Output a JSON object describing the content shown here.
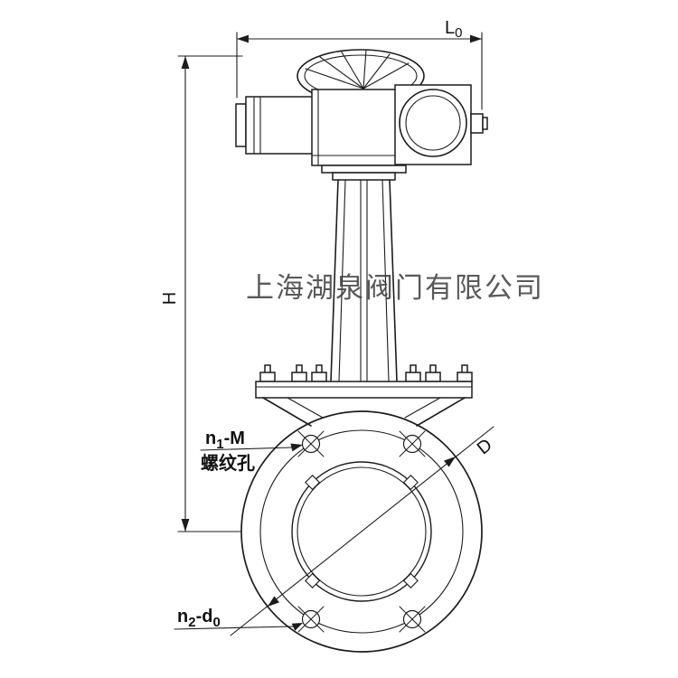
{
  "watermark": "上海湖泉阀门有限公司",
  "labels": {
    "L0": {
      "main": "L",
      "sub": "0"
    },
    "H": "H",
    "D": "D",
    "n1": {
      "pre": "n",
      "sub": "1",
      "post": "-M"
    },
    "n1_caption": "螺纹孔",
    "n2": {
      "pre": "n",
      "sub": "2",
      "mid": "-d",
      "sub2": "0"
    }
  },
  "colors": {
    "line": "#1c1c1c",
    "watermark": "#3d3d3d",
    "background": "#ffffff"
  }
}
